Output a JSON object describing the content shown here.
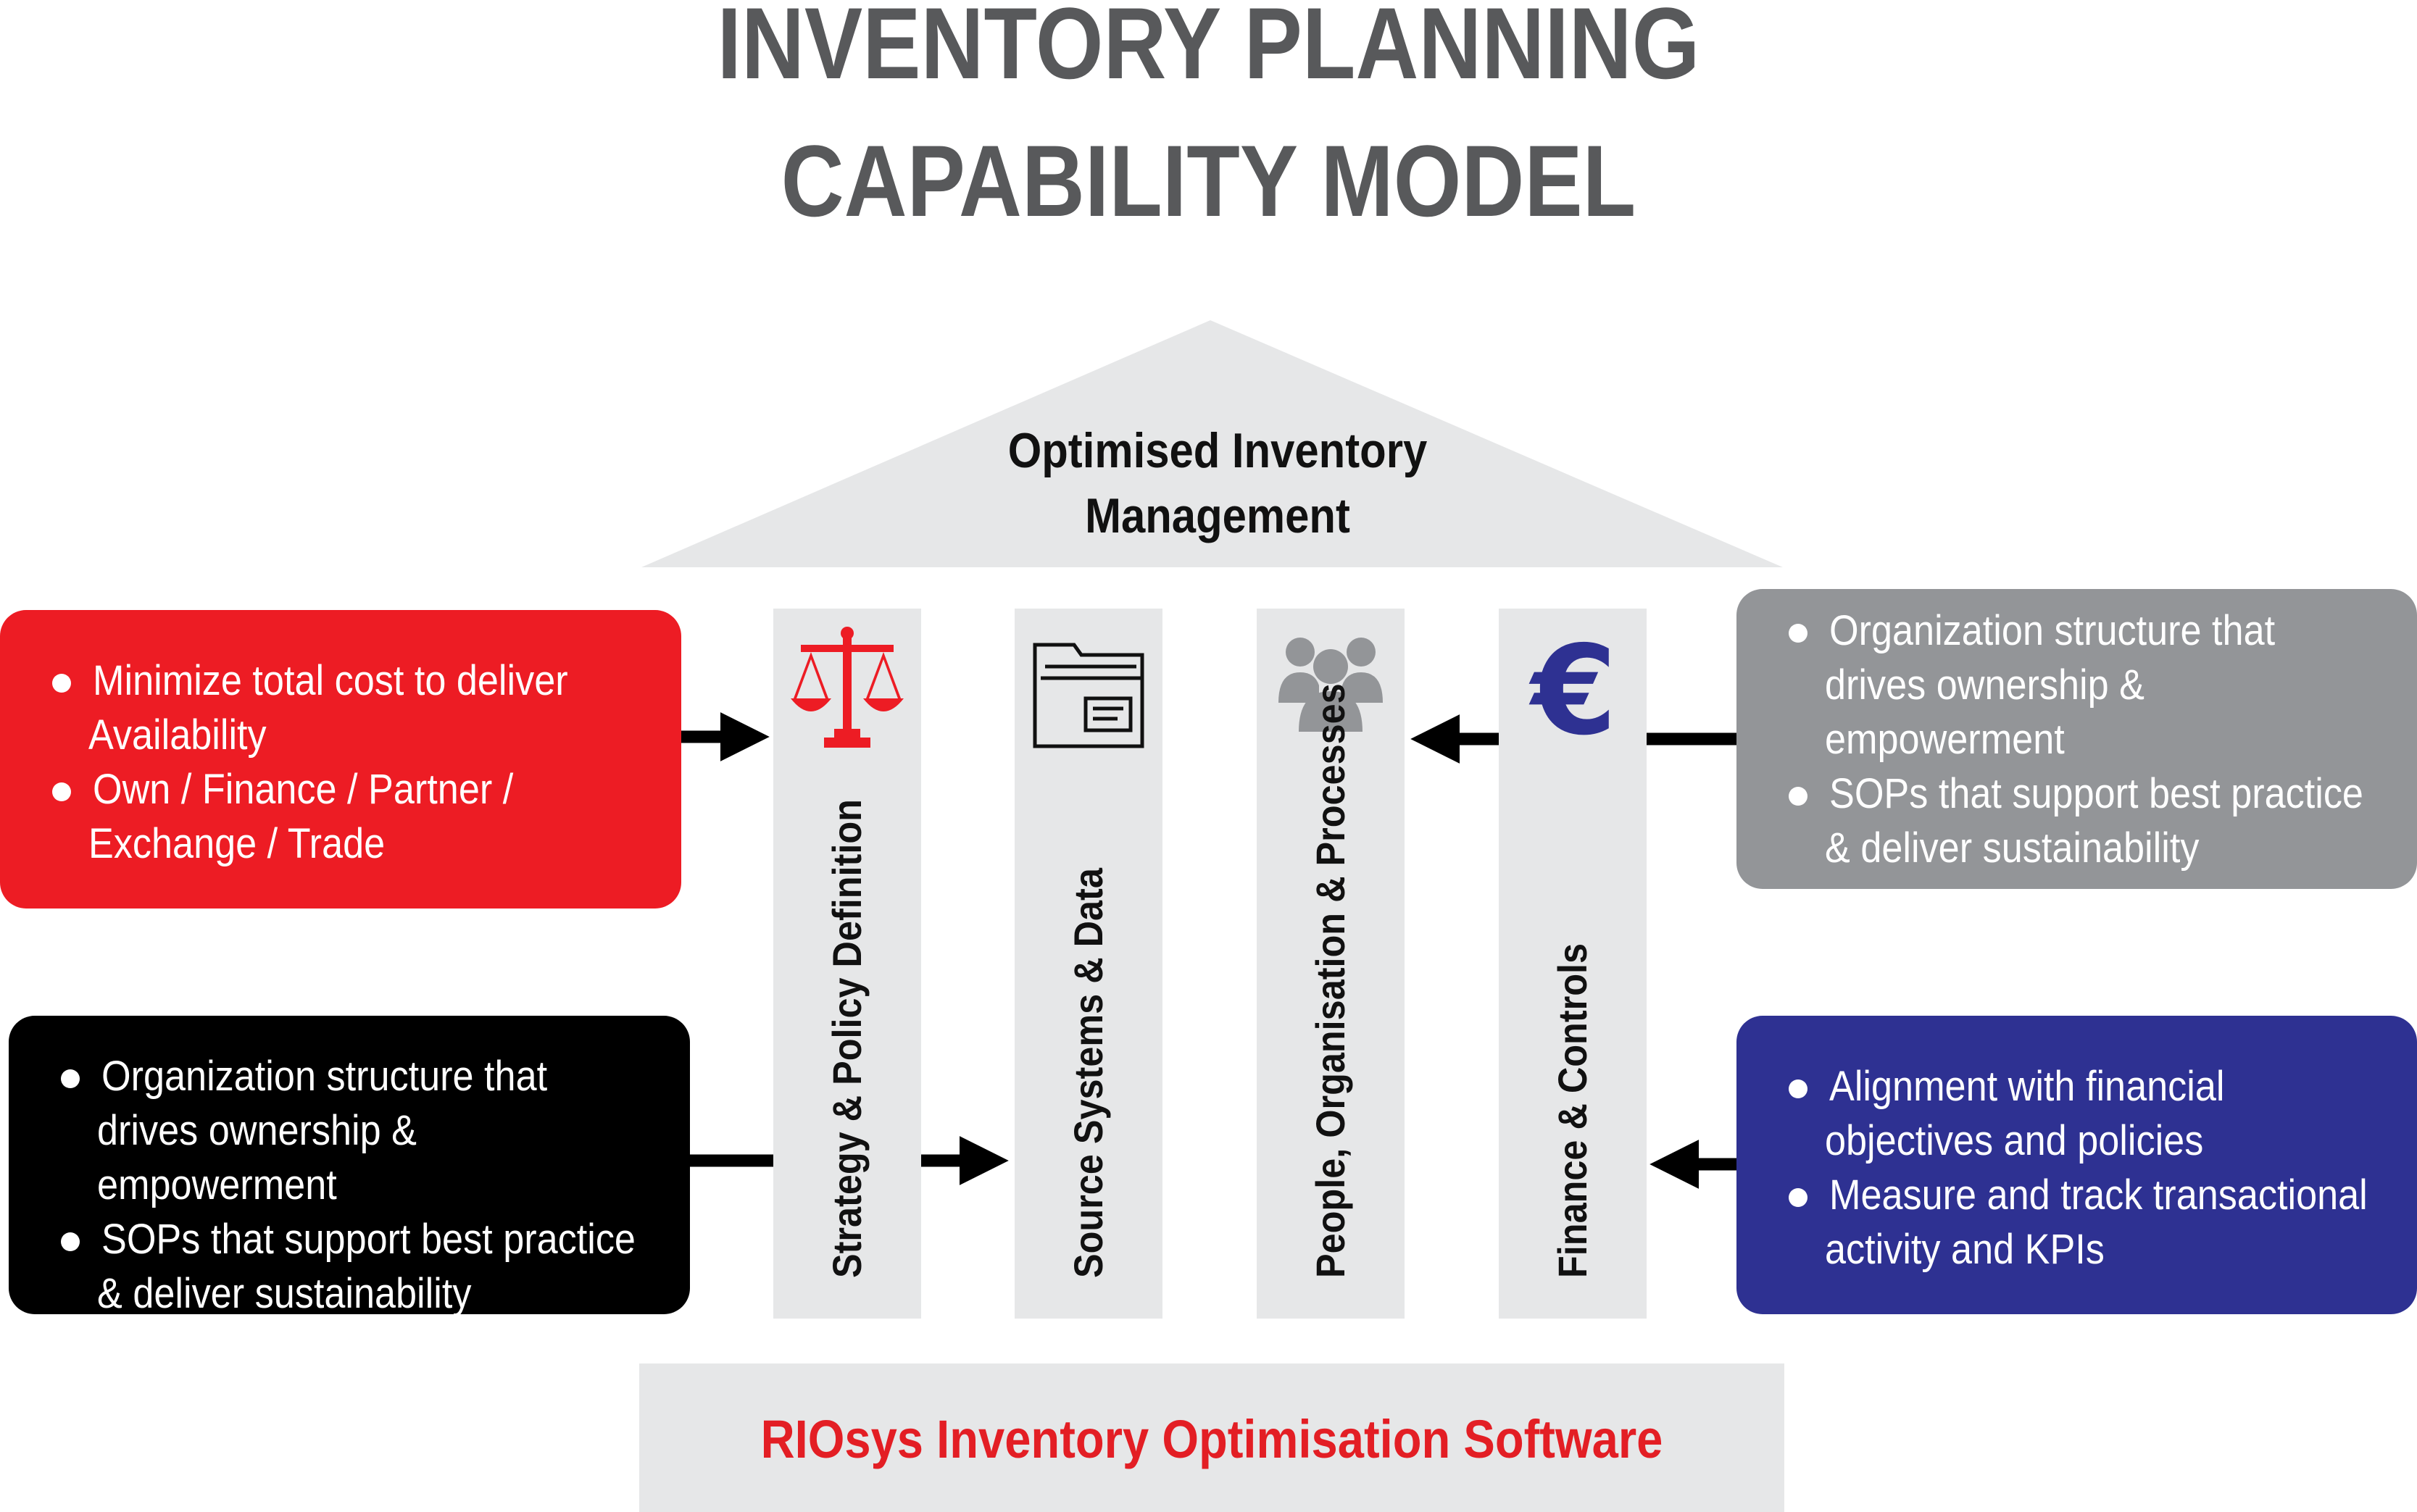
{
  "title": {
    "line1": "INVENTORY PLANNING",
    "line2": "CAPABILITY MODEL"
  },
  "roof": {
    "line1": "Optimised Inventory",
    "line2": "Management"
  },
  "pillars": [
    {
      "label": "Strategy & Policy Definition",
      "icon": "scales-icon"
    },
    {
      "label": "Source Systems & Data",
      "icon": "folder-icon"
    },
    {
      "label": "People, Organisation & Processes",
      "icon": "people-icon"
    },
    {
      "label": "Finance & Controls",
      "icon": "euro-icon"
    }
  ],
  "boxes": {
    "red": {
      "color": "#ed1c24",
      "bullets": [
        {
          "line1": "Minimize total cost to deliver",
          "line2": "Availability"
        },
        {
          "line1": "Own / Finance / Partner /",
          "line2": "Exchange / Trade"
        }
      ]
    },
    "black": {
      "color": "#000000",
      "bullets": [
        {
          "line1": "Organization structure that",
          "line2": "drives ownership &",
          "line3": "empowerment"
        },
        {
          "line1": "SOPs that support best practice",
          "line2": "& deliver sustainability"
        }
      ]
    },
    "gray": {
      "color": "#939598",
      "bullets": [
        {
          "line1": "Organization structure that",
          "line2": "drives ownership &",
          "line3": "empowerment"
        },
        {
          "line1": "SOPs that support best practice",
          "line2": "& deliver sustainability"
        }
      ]
    },
    "blue": {
      "color": "#2e3192",
      "bullets": [
        {
          "line1": "Alignment with financial",
          "line2": "objectives and policies"
        },
        {
          "line1": "Measure and track transactional",
          "line2": "activity and KPIs"
        }
      ]
    }
  },
  "base": {
    "label": "RIOsys Inventory Optimisation Software",
    "color": "#e31e24"
  },
  "colors": {
    "title": "#58595b",
    "pillar": "#e6e7e8",
    "accent_red": "#ed1c24",
    "euro_blue": "#2e3192"
  }
}
